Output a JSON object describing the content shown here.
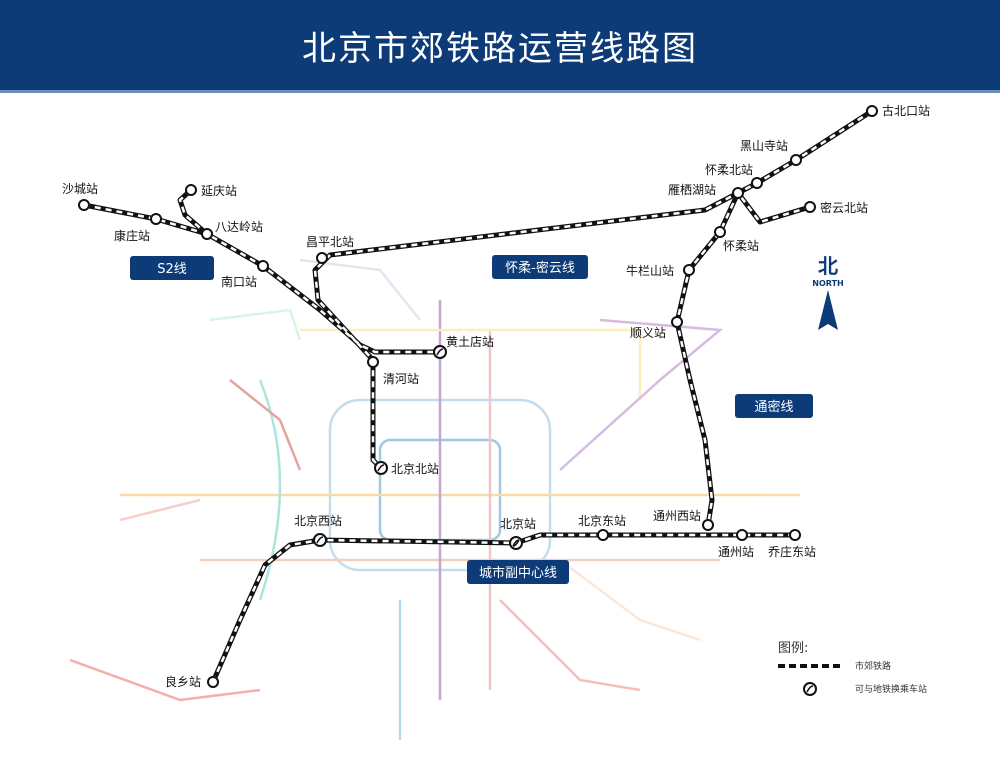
{
  "title": "北京市郊铁路运营线路图",
  "colors": {
    "header": "#0d3b78",
    "rail": "#111111"
  },
  "lines": {
    "s2": "S2线",
    "huairou_miyun": "怀柔-密云线",
    "tongmi": "通密线",
    "subcenter": "城市副中心线"
  },
  "stations": {
    "gubeikou": "古北口站",
    "heishansi": "黑山寺站",
    "huairoubei": "怀柔北站",
    "yanqihu": "雁栖湖站",
    "miyunbei": "密云北站",
    "huairou": "怀柔站",
    "niulanshan": "牛栏山站",
    "shunyi": "顺义站",
    "tongzhouxi": "通州西站",
    "tongzhou": "通州站",
    "qiaozhuangdong": "乔庄东站",
    "beijingdong": "北京东站",
    "beijing": "北京站",
    "beijingxi": "北京西站",
    "liangxiang": "良乡站",
    "beijingbei": "北京北站",
    "qinghe": "清河站",
    "huangtudian": "黄土店站",
    "changpingbei": "昌平北站",
    "nankou": "南口站",
    "badaling": "八达岭站",
    "yanqing": "延庆站",
    "kangzhuang": "康庄站",
    "shacheng": "沙城站"
  },
  "compass": {
    "char": "北",
    "label": "NORTH"
  },
  "legend": {
    "title": "图例:",
    "rail": "市郊铁路",
    "interchange": "可与地铁换乘车站"
  }
}
